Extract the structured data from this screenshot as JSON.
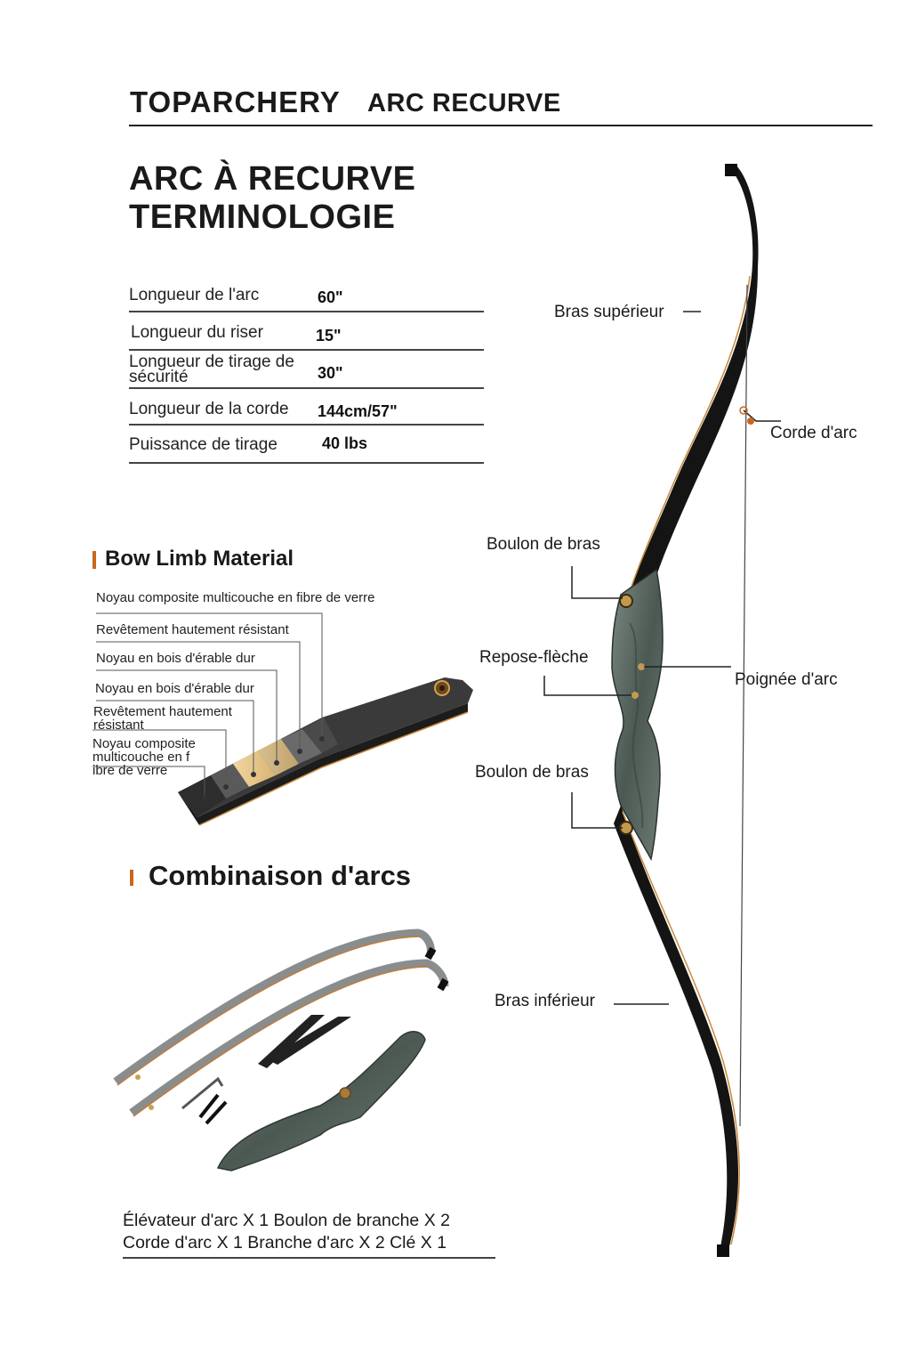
{
  "header": {
    "brand": "TOPARCHERY",
    "product": "ARC RECURVE"
  },
  "title": {
    "line1": "ARC À RECURVE",
    "line2": "TERMINOLOGIE"
  },
  "specs": [
    {
      "label": "Longueur de l'arc",
      "value": "60\""
    },
    {
      "label": "Longueur du riser",
      "value": "15\""
    },
    {
      "label": "Longueur de tirage de sécurité",
      "value": "30\""
    },
    {
      "label": "Longueur de la corde",
      "value": "144cm/57\""
    },
    {
      "label": "Puissance de tirage",
      "value": "40 lbs"
    }
  ],
  "limb_material": {
    "heading": "Bow Limb Material",
    "layers": [
      "Noyau composite multicouche en fibre de verre",
      "Revêtement hautement résistant",
      "Noyau en bois d'érable dur",
      "Noyau en bois d'érable dur",
      "Revêtement hautement\nrésistant",
      "Noyau composite\nmulticouche en f\nibre de verre"
    ]
  },
  "combination": {
    "heading": "Combinaison d'arcs",
    "contents_line1": "Élévateur d'arc X 1  Boulon de branche X 2",
    "contents_line2": "Corde d'arc X 1  Branche d'arc X 2  Clé X 1"
  },
  "bow_parts": {
    "upper_limb": "Bras supérieur",
    "string": "Corde d'arc",
    "limb_bolt_top": "Boulon de bras",
    "arrow_rest": "Repose-flèche",
    "grip": "Poignée d'arc",
    "limb_bolt_bottom": "Boulon de bras",
    "lower_limb": "Bras inférieur"
  },
  "colors": {
    "accent": "#c9671e",
    "limb": "#141414",
    "riser": "#5c6a63",
    "maple": "#e8c98a"
  }
}
